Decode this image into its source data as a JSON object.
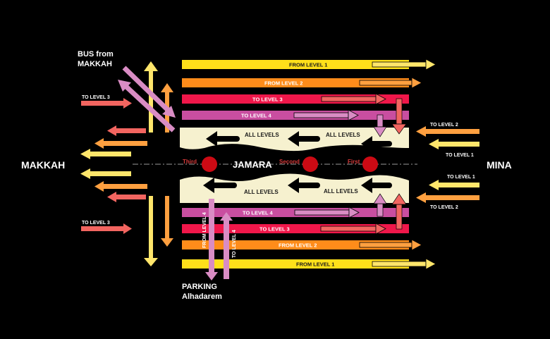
{
  "colors": {
    "background": "#000000",
    "level1": "#ffe01a",
    "level1_light": "#ffe66b",
    "level2": "#ff8c1a",
    "level2_light": "#ffa040",
    "level3": "#f0174a",
    "level3_light": "#f26560",
    "level4": "#c94ea0",
    "level4_light": "#d98cc4",
    "bridge": "#f6f1cf",
    "pillar": "#cc0a14",
    "pillar_label": "#d63a3a",
    "text_white": "#ffffff",
    "text_dark": "#1a1a1a"
  },
  "places": {
    "left": "MAKKAH",
    "right": "MINA",
    "center": "JAMARA",
    "bus_line1": "BUS from",
    "bus_line2": "MAKKAH",
    "parking_line1": "PARKING",
    "parking_line2": "Alhadarem"
  },
  "pillars": [
    {
      "label": "Third"
    },
    {
      "label": "Second"
    },
    {
      "label": "First"
    }
  ],
  "top_lanes": [
    {
      "label": "FROM LEVEL 1",
      "level": 1
    },
    {
      "label": "FROM LEVEL 2",
      "level": 2
    },
    {
      "label": "TO LEVEL 3",
      "level": 3
    },
    {
      "label": "TO LEVEL 4",
      "level": 4
    }
  ],
  "bottom_lanes": [
    {
      "label": "TO LEVEL 4",
      "level": 4
    },
    {
      "label": "TO LEVEL 3",
      "level": 3
    },
    {
      "label": "FROM LEVEL 2",
      "level": 2
    },
    {
      "label": "FROM LEVEL 1",
      "level": 1
    }
  ],
  "bridge_labels": {
    "top_left": "ALL LEVELS",
    "top_right": "ALL LEVELS",
    "bottom_left": "ALL LEVELS",
    "bottom_right": "ALL LEVELS"
  },
  "left_labels": {
    "top_to_level3": "TO LEVEL 3",
    "bottom_to_level3": "TO LEVEL 3"
  },
  "right_labels": {
    "top_to_level2": "TO LEVEL 2",
    "top_to_level1": "TO LEVEL 1",
    "bottom_to_level1": "TO LEVEL 1",
    "bottom_to_level2": "TO LEVEL 2"
  },
  "parking_labels": {
    "from_level4": "FROM LEVEL 4",
    "to_level4": "TO LEVEL 4"
  }
}
